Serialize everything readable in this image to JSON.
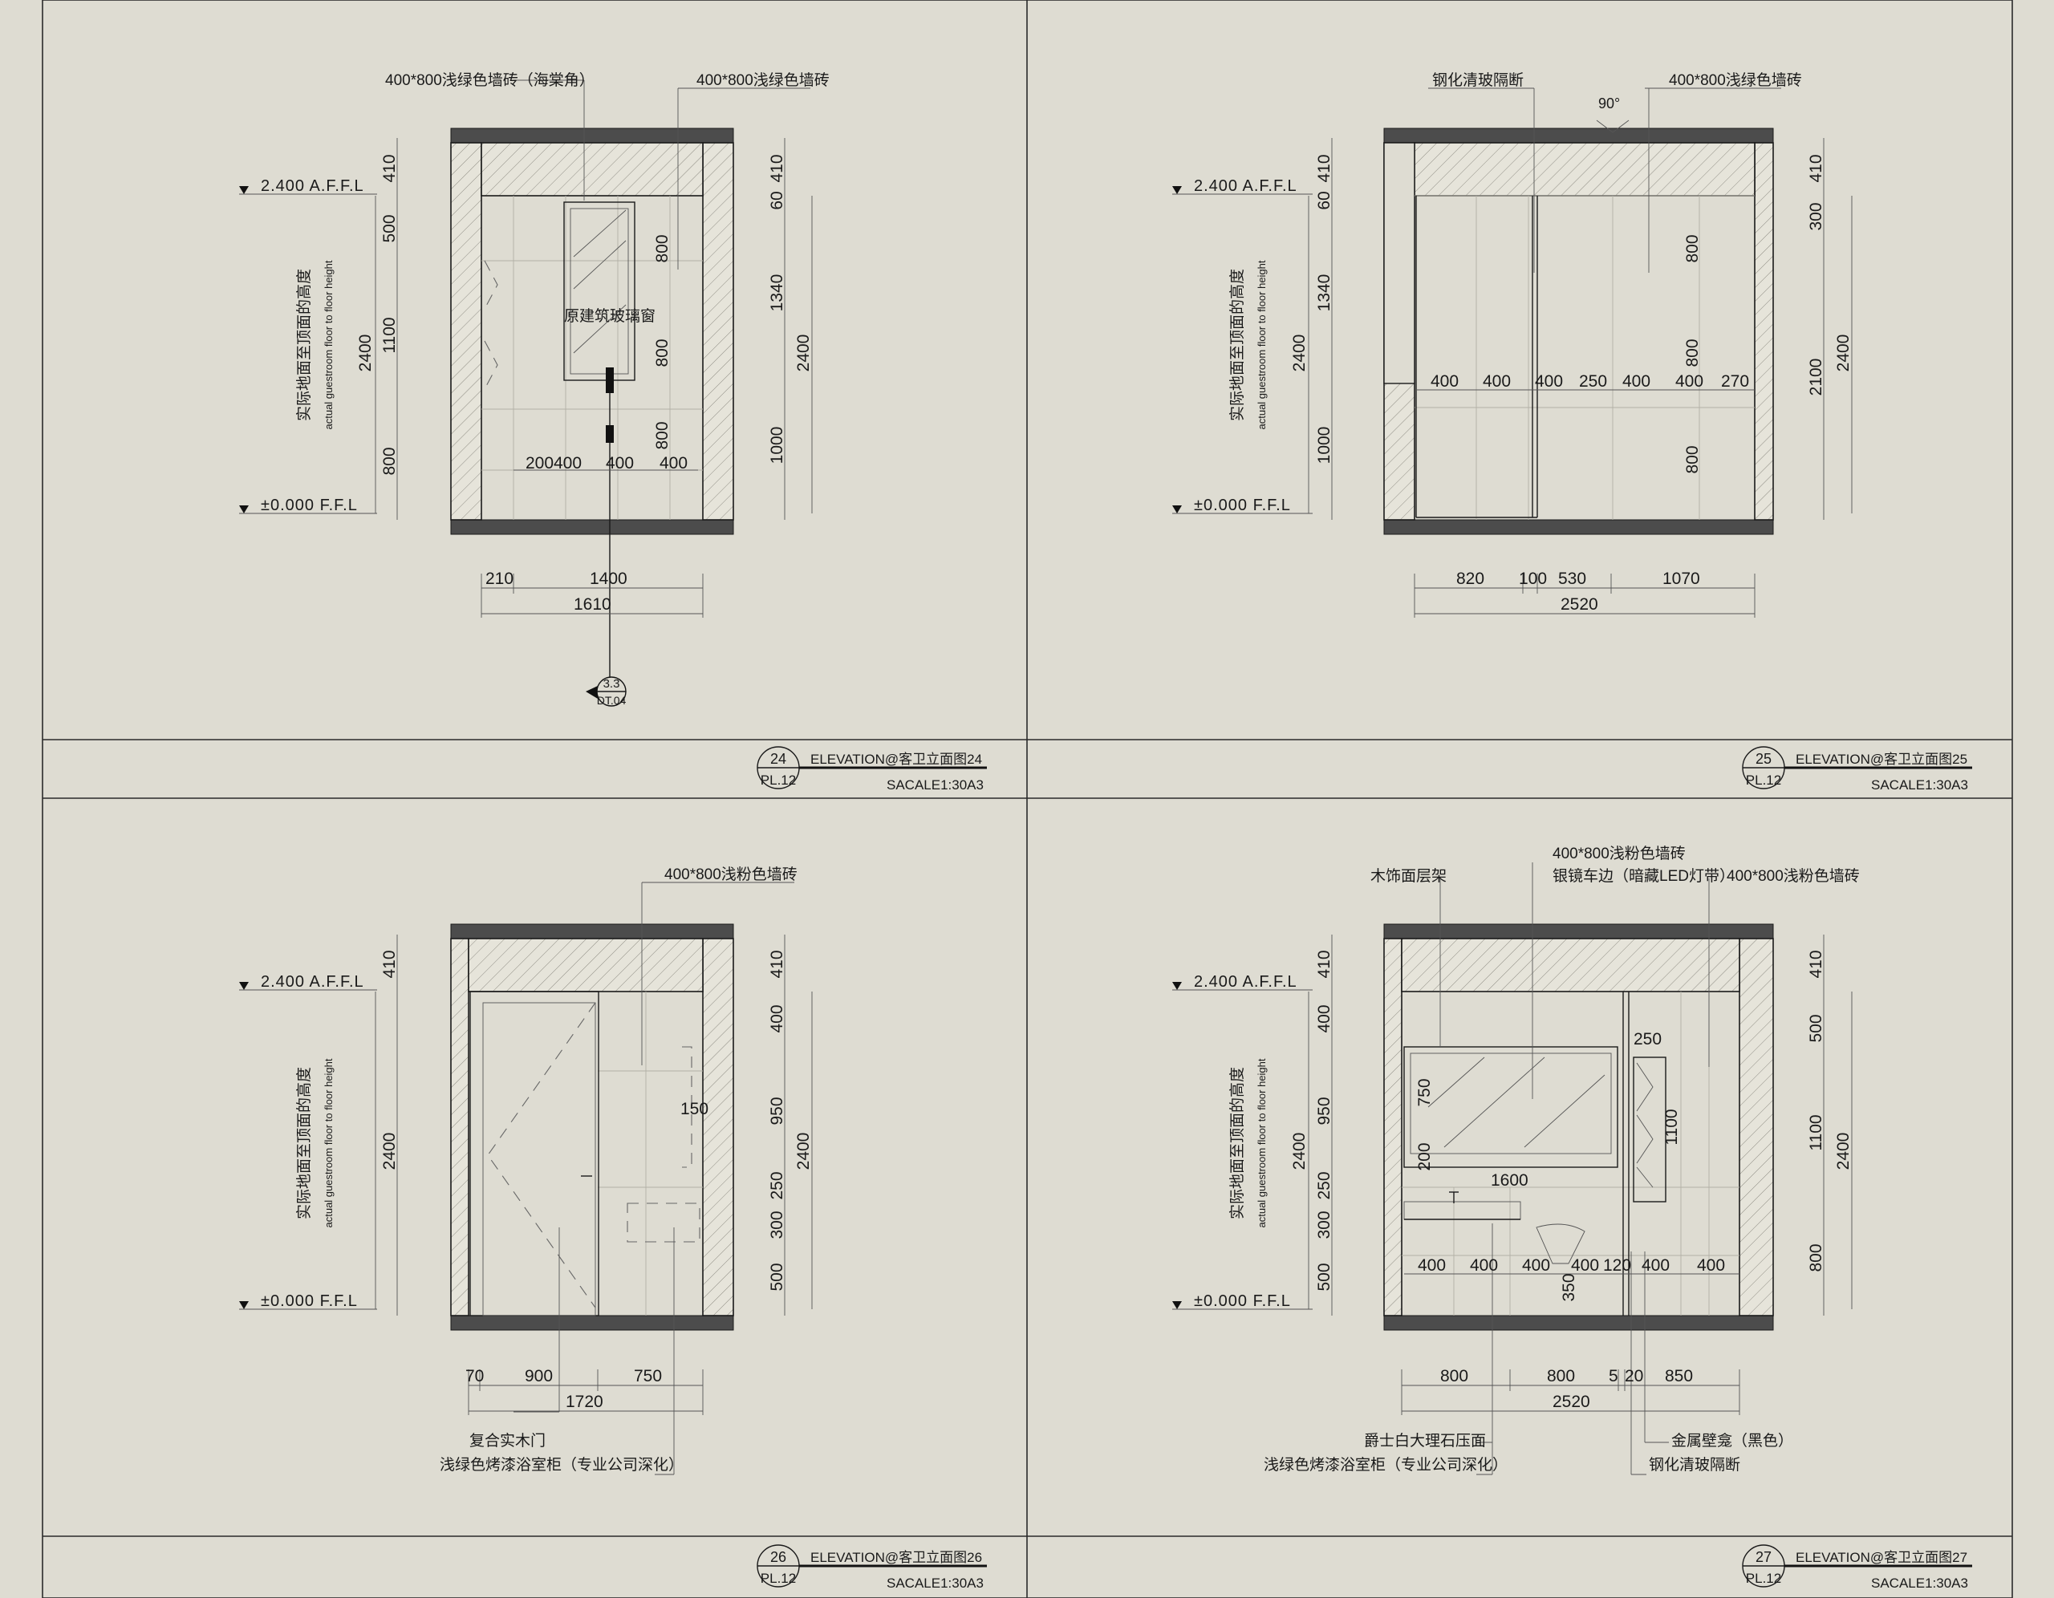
{
  "levels": {
    "top": "2.400  A.F.F.L",
    "floor": "±0.000  F.F.L"
  },
  "height_note": {
    "cn": "实际地面至顶面的高度",
    "en": "actual guestroom floor to floor height"
  },
  "common_scale": "SACALE1:30A3",
  "drawings": [
    {
      "num": "24",
      "sheet": "PL.12",
      "title": "ELEVATION@客卫立面图24",
      "labels": [
        "400*800浅绿色墙砖（海棠角）",
        "400*800浅绿色墙砖",
        "原建筑玻璃窗"
      ],
      "left_dims": [
        "410",
        "500",
        "1100",
        "800"
      ],
      "left_total": "2400",
      "right_dims": [
        "410",
        "60",
        "1340",
        "1000"
      ],
      "right_total": "2400",
      "inner_dims": [
        "800",
        "800",
        "800"
      ],
      "tile_dims": [
        "200",
        "400",
        "400",
        "400"
      ],
      "bottom_dims": [
        "210",
        "1400"
      ],
      "bottom_total": "1610",
      "section_mark": {
        "num": "3.3",
        "ref": "DT.04"
      }
    },
    {
      "num": "25",
      "sheet": "PL.12",
      "title": "ELEVATION@客卫立面图25",
      "labels": [
        "钢化清玻隔断",
        "400*800浅绿色墙砖",
        "90°"
      ],
      "left_dims": [
        "410",
        "60",
        "1340",
        "1000"
      ],
      "left_total": "2400",
      "right_dims": [
        "410",
        "300",
        "2100"
      ],
      "right_total": "2400",
      "inner_dims": [
        "800",
        "800",
        "800"
      ],
      "tile_dims": [
        "400",
        "400",
        "400",
        "250",
        "400",
        "400",
        "270"
      ],
      "bottom_dims": [
        "820",
        "100",
        "530",
        "1070"
      ],
      "bottom_total": "2520"
    },
    {
      "num": "26",
      "sheet": "PL.12",
      "title": "ELEVATION@客卫立面图26",
      "labels": [
        "400*800浅粉色墙砖",
        "复合实木门",
        "浅绿色烤漆浴室柜（专业公司深化）",
        "150"
      ],
      "left_dims": [
        "410",
        "2400"
      ],
      "right_dims": [
        "410",
        "400",
        "950",
        "250",
        "300",
        "500"
      ],
      "right_total": "2400",
      "bottom_dims": [
        "70",
        "900",
        "750"
      ],
      "bottom_total": "1720"
    },
    {
      "num": "27",
      "sheet": "PL.12",
      "title": "ELEVATION@客卫立面图27",
      "labels": [
        "400*800浅粉色墙砖",
        "木饰面层架",
        "银镜车边（暗藏LED灯带）",
        "400*800浅粉色墙砖",
        "爵士白大理石压面",
        "浅绿色烤漆浴室柜（专业公司深化）",
        "金属壁龛（黑色）",
        "钢化清玻隔断"
      ],
      "left_dims": [
        "410",
        "400",
        "950",
        "250",
        "300",
        "500"
      ],
      "left_total": "2400",
      "right_dims": [
        "410",
        "500",
        "1100",
        "800"
      ],
      "right_total": "2400",
      "inner_dims": [
        "750",
        "200",
        "1600",
        "250",
        "1100",
        "350"
      ],
      "tile_dims": [
        "400",
        "400",
        "400",
        "400",
        "120",
        "400",
        "400"
      ],
      "bottom_dims": [
        "800",
        "800",
        "5",
        "20",
        "850"
      ],
      "bottom_total": "2520"
    }
  ]
}
